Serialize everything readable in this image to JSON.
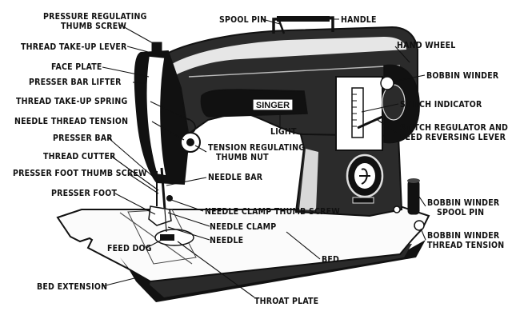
{
  "brand_plate": "SINGER",
  "labels": {
    "pressure_regulating_thumb_screw": [
      "PRESSURE REGULATING",
      "THUMB SCREW"
    ],
    "thread_take_up_lever": [
      "THREAD TAKE-UP LEVER"
    ],
    "face_plate": [
      "FACE PLATE"
    ],
    "presser_bar_lifter": [
      "PRESSER BAR LIFTER"
    ],
    "thread_take_up_spring": [
      "THREAD TAKE-UP SPRING"
    ],
    "needle_thread_tension": [
      "NEEDLE THREAD TENSION"
    ],
    "presser_bar": [
      "PRESSER BAR"
    ],
    "thread_cutter": [
      "THREAD CUTTER"
    ],
    "presser_foot_thumb_screw": [
      "PRESSER FOOT THUMB SCREW"
    ],
    "presser_foot": [
      "PRESSER FOOT"
    ],
    "feed_dog": [
      "FEED DOG"
    ],
    "bed_extension": [
      "BED EXTENSION"
    ],
    "spool_pin": [
      "SPOOL PIN"
    ],
    "handle": [
      "HANDLE"
    ],
    "hand_wheel": [
      "HAND WHEEL"
    ],
    "bobbin_winder": [
      "BOBBIN WINDER"
    ],
    "stitch_indicator": [
      "STITCH INDICATOR"
    ],
    "stitch_regulator": [
      "STITCH REGULATOR AND",
      "FEED REVERSING LEVER"
    ],
    "light": [
      "LIGHT"
    ],
    "tension_regulating_thumb_nut": [
      "TENSION REGULATING",
      "THUMB NUT"
    ],
    "needle_bar": [
      "NEEDLE BAR"
    ],
    "needle_clamp_thumb_screw": [
      "NEEDLE CLAMP THUMB SCREW"
    ],
    "needle_clamp": [
      "NEEDLE CLAMP"
    ],
    "needle": [
      "NEEDLE"
    ],
    "bed": [
      "BED"
    ],
    "throat_plate": [
      "THROAT PLATE"
    ],
    "bobbin_winder_spool_pin": [
      "BOBBIN WINDER",
      "SPOOL PIN"
    ],
    "bobbin_winder_thread_tension": [
      "BOBBIN WINDER",
      "THREAD TENSION"
    ]
  }
}
